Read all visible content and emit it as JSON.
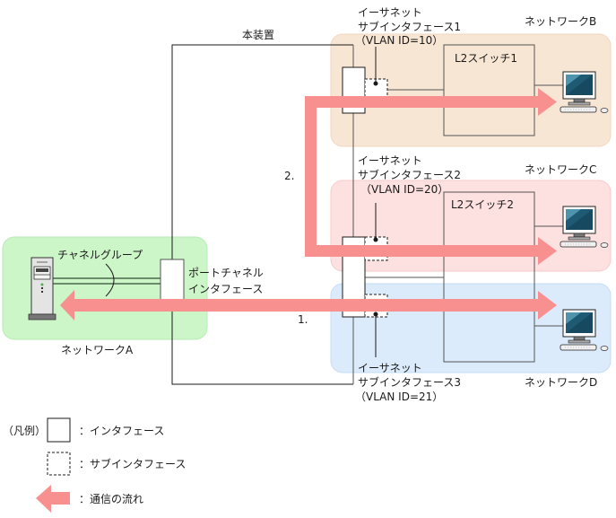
{
  "colors": {
    "network_a_fill": "#ccf5c8",
    "network_a_stroke": "#b6ecb0",
    "network_b_fill": "#f8e6d4",
    "network_b_stroke": "#f1d6bc",
    "network_c_fill": "#fde0e0",
    "network_c_stroke": "#f8caca",
    "network_d_fill": "#dcebfb",
    "network_d_stroke": "#c4dcf5",
    "flow_arrow": "#f99090",
    "line": "#1a1a1a",
    "line_gray": "#555555"
  },
  "device": {
    "label": "本装置"
  },
  "networks": {
    "a": {
      "label": "ネットワークA"
    },
    "b": {
      "label": "ネットワークB"
    },
    "c": {
      "label": "ネットワークC"
    },
    "d": {
      "label": "ネットワークD"
    }
  },
  "channel_group": {
    "label": "チャネルグループ"
  },
  "port_channel": {
    "line1": "ポートチャネル",
    "line2": "インタフェース"
  },
  "subinterfaces": [
    {
      "line1": "イーサネット",
      "line2": "サブインタフェース1",
      "vlan": "（VLAN ID=10）"
    },
    {
      "line1": "イーサネット",
      "line2": "サブインタフェース2",
      "vlan": "（VLAN ID=20）"
    },
    {
      "line1": "イーサネット",
      "line2": "サブインタフェース3",
      "vlan": "（VLAN ID=21）"
    }
  ],
  "switches": [
    {
      "label": "L2スイッチ1"
    },
    {
      "label": "L2スイッチ2"
    }
  ],
  "flows": [
    {
      "label": "1."
    },
    {
      "label": "2."
    }
  ],
  "icons": {
    "server": "server-icon",
    "pc": "pc-icon"
  },
  "legend": {
    "title": "（凡例）",
    "items": [
      {
        "symbol": "solid-box",
        "label": "：インタフェース"
      },
      {
        "symbol": "dashed-box",
        "label": "：サブインタフェース"
      },
      {
        "symbol": "arrow",
        "label": "：通信の流れ"
      }
    ]
  }
}
